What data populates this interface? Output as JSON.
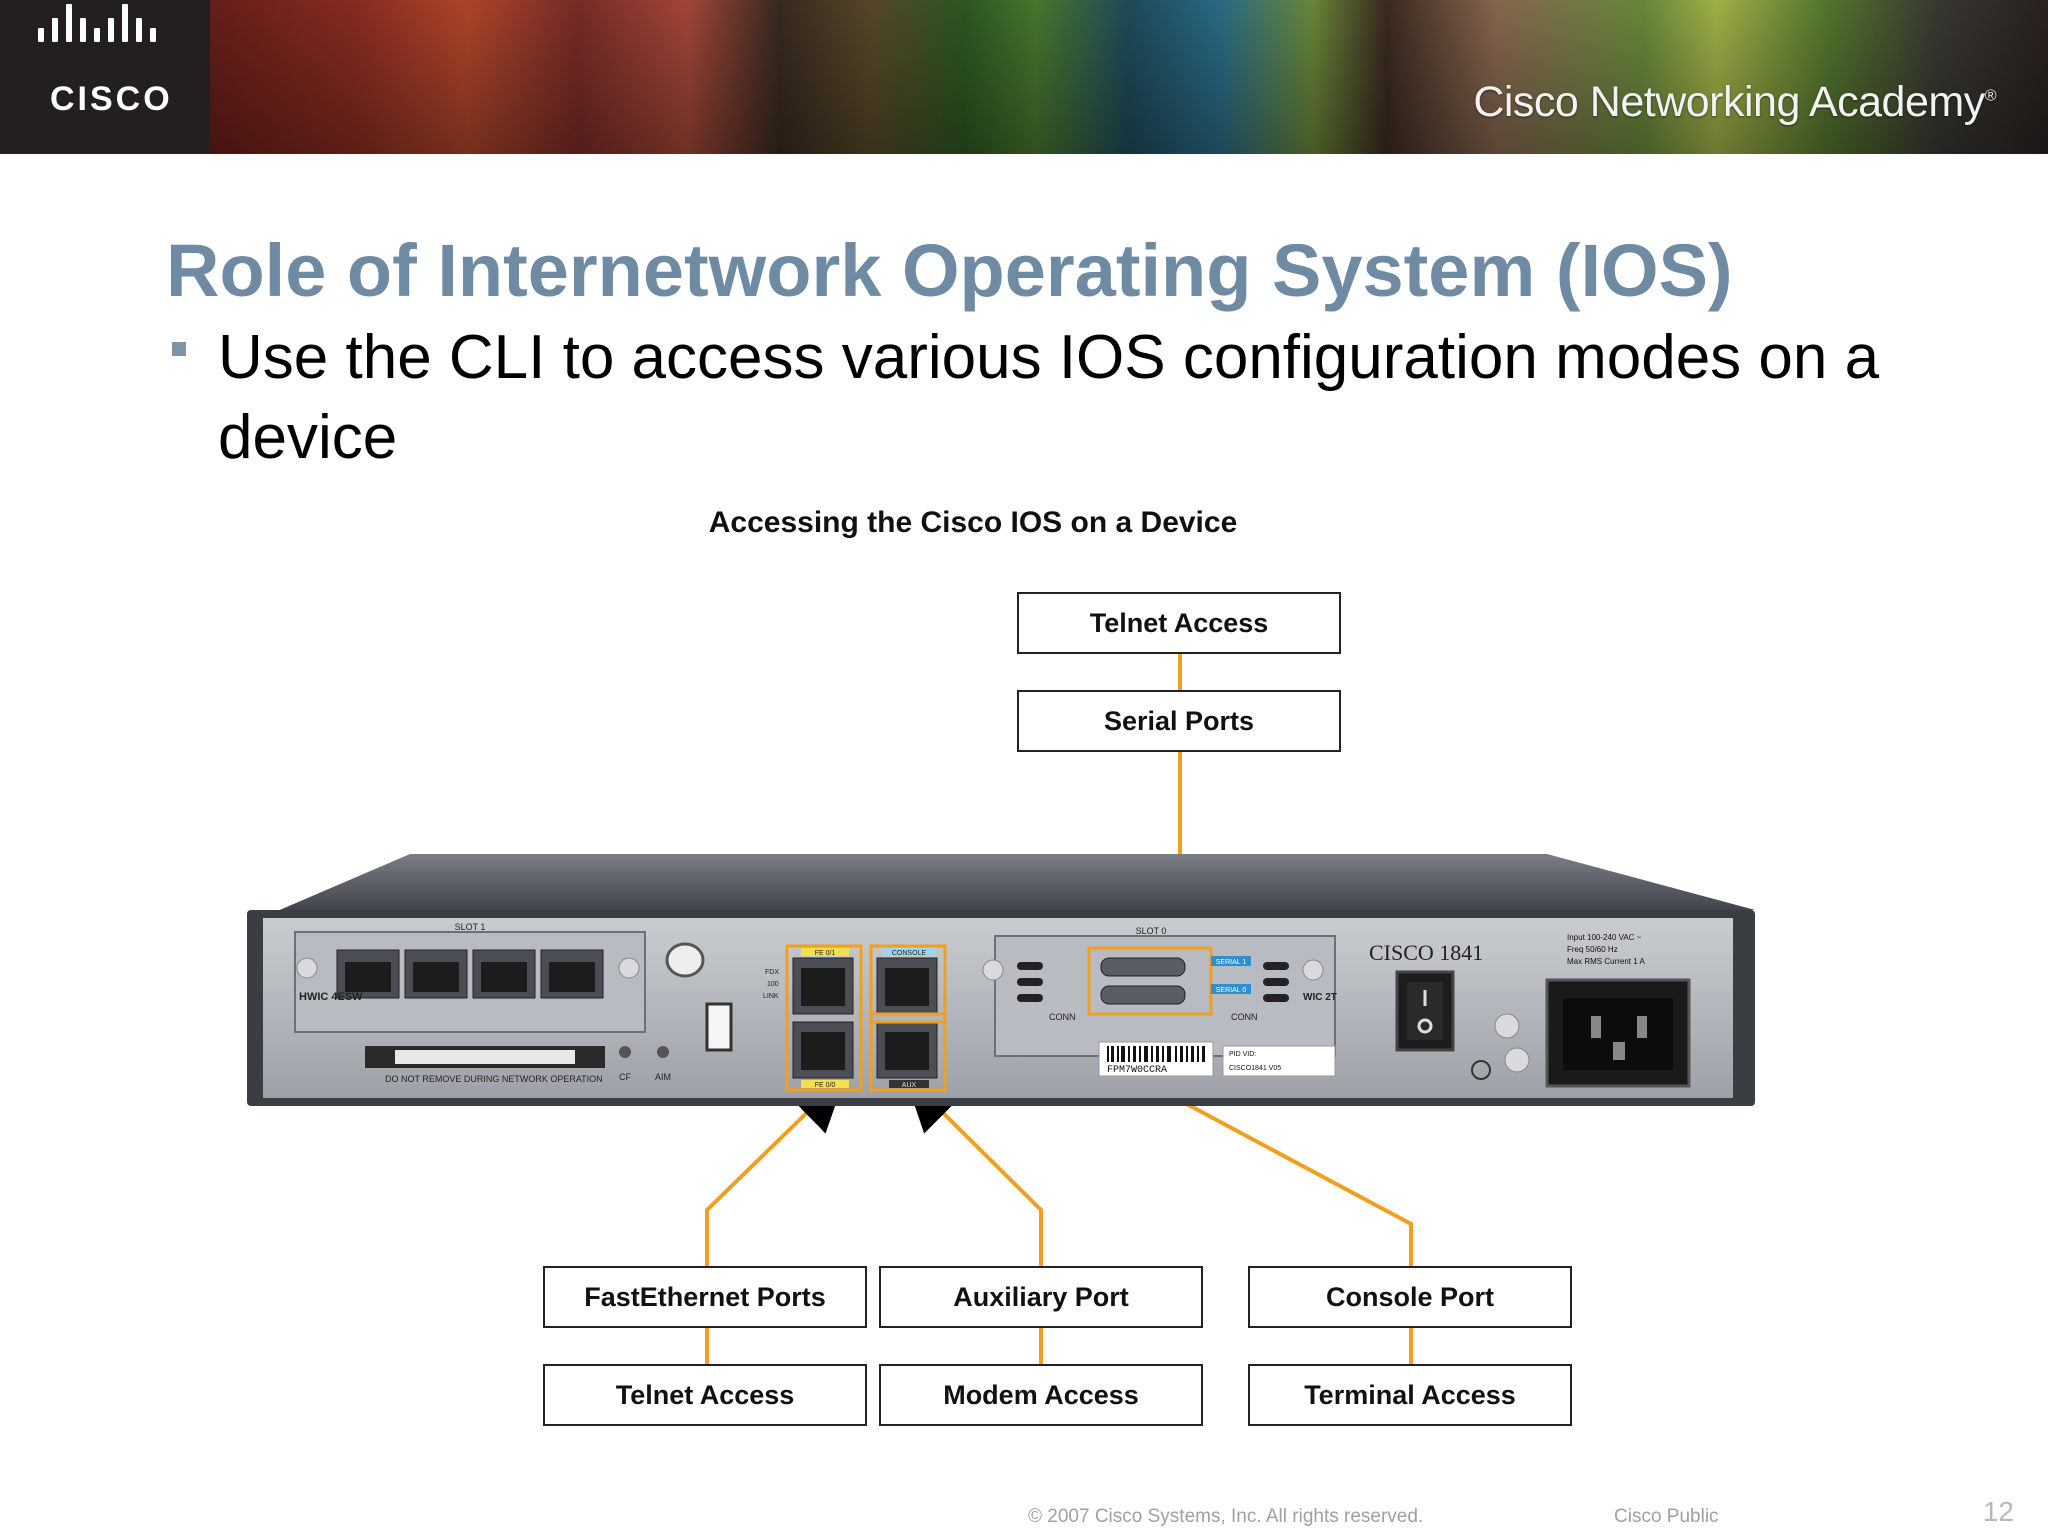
{
  "banner": {
    "logo_text": "CISCO",
    "academy_label": "Cisco Networking Academy",
    "academy_mark": "®"
  },
  "slide": {
    "title": "Role of Internetwork Operating System (IOS)",
    "bullet": "Use the CLI to access various IOS configuration modes on a device"
  },
  "figure": {
    "title": "Accessing the Cisco IOS on a Device",
    "labels": {
      "telnet_top": "Telnet Access",
      "serial_ports": "Serial Ports",
      "fastethernet_ports": "FastEthernet Ports",
      "auxiliary_port": "Auxiliary Port",
      "console_port": "Console Port",
      "telnet_bottom": "Telnet Access",
      "modem_access": "Modem Access",
      "terminal_access": "Terminal Access"
    },
    "router": {
      "model": "CISCO 1841",
      "slot1": "SLOT 1",
      "slot0": "SLOT 0",
      "hwic": "HWIC 4ESW",
      "wic": "WIC 2T",
      "fe01": "FE 0/1",
      "fe00": "FE 0/0",
      "console": "CONSOLE",
      "aux": "AUX",
      "serial1": "SERIAL 1",
      "serial0": "SERIAL 0",
      "conn": "CONN",
      "cf": "CF",
      "aim": "AIM",
      "do_not_remove": "DO NOT REMOVE DURING NETWORK OPERATION",
      "power_rating": "Input 100-240 VAC ~",
      "power_freq": "Freq 50/60 Hz",
      "power_current": "Max RMS Current 1 A",
      "serial_label": "FPM7W0CCRA",
      "pid": "PID VID:",
      "pid_value": "CISCO1841 V05",
      "fdx": "FDX",
      "hundred": "100",
      "link": "LINK"
    },
    "accent_color": "#f0a01e"
  },
  "footer": {
    "copyright": "© 2007 Cisco Systems, Inc. All rights reserved.",
    "classification": "Cisco Public",
    "page_number": "12"
  }
}
